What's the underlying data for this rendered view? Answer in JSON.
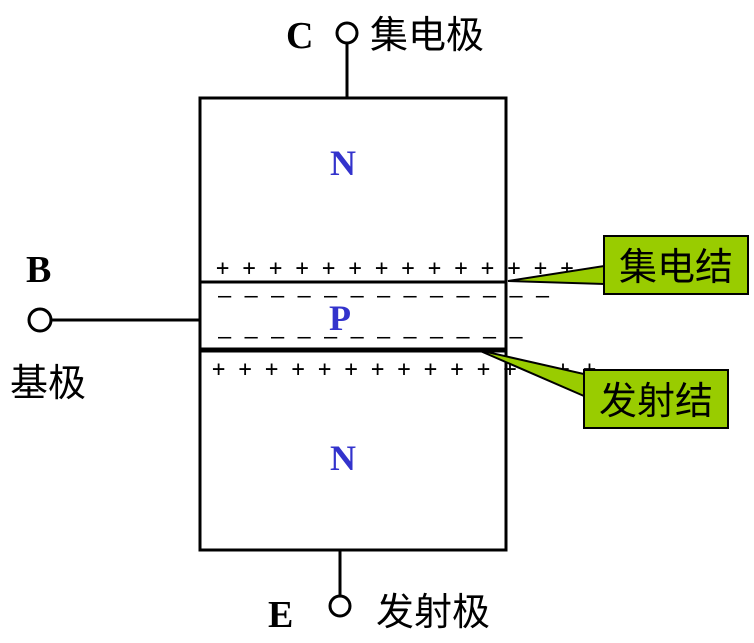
{
  "terminals": {
    "collector": {
      "letter": "C",
      "name": "集电极"
    },
    "base": {
      "letter": "B",
      "name": "基极"
    },
    "emitter": {
      "letter": "E",
      "name": "发射极"
    }
  },
  "regions": {
    "top": "N",
    "middle": "P",
    "bottom": "N"
  },
  "charges": {
    "collector_junction_plus": "+ + + + + + + + + + + + + +",
    "p_top_minus": "— — —  — — — — — — — — — —",
    "p_bottom_minus": "— — —  — — — — — — — — —",
    "emitter_junction_plus": "+ + + + + + + + + + + + + + +"
  },
  "callouts": {
    "collector_junction": "集电结",
    "emitter_junction": "发射结"
  },
  "colors": {
    "region_label": "#3333cc",
    "callout_fill": "#99cc00",
    "outline": "#000000"
  }
}
